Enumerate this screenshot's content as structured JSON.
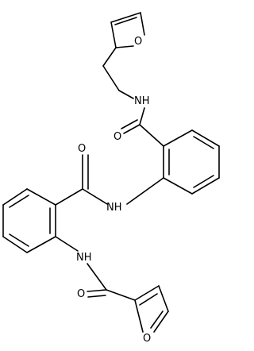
{
  "molecule": {
    "atoms": {
      "o_top_furan": "O",
      "nh_upper_amide": "NH",
      "o_upper_carbonyl": "O",
      "o_middle_carbonyl": "O",
      "nh_middle_amide": "NH",
      "nh_lower_amide": "NH",
      "o_lower_carbonyl": "O",
      "o_bottom_furan": "O"
    }
  }
}
